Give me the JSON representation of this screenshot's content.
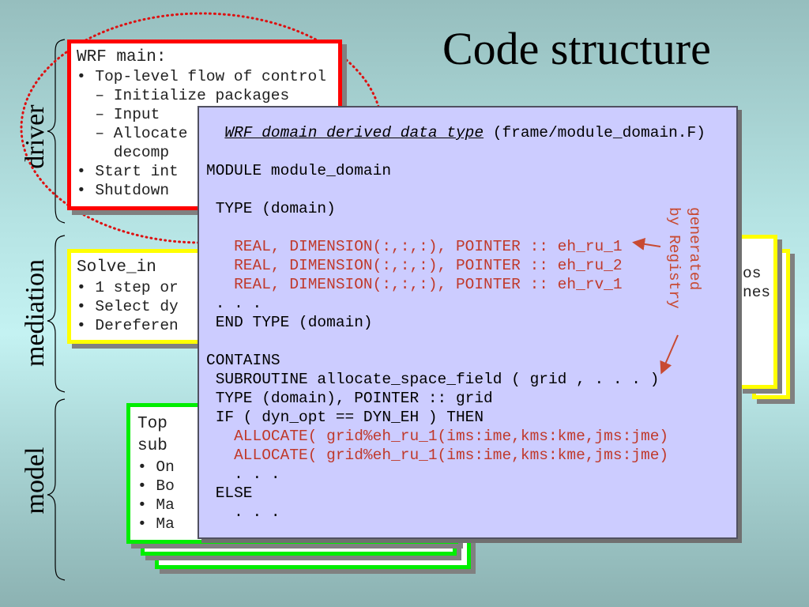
{
  "title": "Code structure",
  "side_labels": [
    "driver",
    "mediation",
    "model"
  ],
  "driver_box": {
    "heading": "WRF main:",
    "lines": [
      "• Top-level flow of control",
      "  – Initialize packages",
      "  – Input",
      "  – Allocate",
      "    decomp",
      "• Start int",
      "• Shutdown"
    ]
  },
  "mediation_box": {
    "heading": "Solve_in",
    "lines": [
      "• 1 step or",
      "• Select dy",
      "• Dereferen"
    ],
    "right_fragments": [
      "os",
      "nes"
    ]
  },
  "model_box": {
    "lines": [
      "Top",
      "sub",
      "• On",
      "• Bo",
      "• Ma",
      "• Ma"
    ]
  },
  "code_box": {
    "header_italic": "WRF domain derived data type",
    "header_path": " (frame/module_domain.F)",
    "lines": [
      {
        "text": "",
        "color": "black"
      },
      {
        "text": "MODULE module_domain",
        "color": "black"
      },
      {
        "text": "",
        "color": "black"
      },
      {
        "text": " TYPE (domain)",
        "color": "black"
      },
      {
        "text": "",
        "color": "black"
      },
      {
        "text": "   REAL, DIMENSION(:,:,:), POINTER :: eh_ru_1",
        "color": "red"
      },
      {
        "text": "   REAL, DIMENSION(:,:,:), POINTER :: eh_ru_2",
        "color": "red"
      },
      {
        "text": "   REAL, DIMENSION(:,:,:), POINTER :: eh_rv_1",
        "color": "red"
      },
      {
        "text": " . . .",
        "color": "black"
      },
      {
        "text": " END TYPE (domain)",
        "color": "black"
      },
      {
        "text": "",
        "color": "black"
      },
      {
        "text": "CONTAINS",
        "color": "black"
      },
      {
        "text": " SUBROUTINE allocate_space_field ( grid , . . . )",
        "color": "black"
      },
      {
        "text": " TYPE (domain), POINTER :: grid",
        "color": "black"
      },
      {
        "text": " IF ( dyn_opt == DYN_EH ) THEN",
        "color": "black"
      },
      {
        "text": "   ALLOCATE( grid%eh_ru_1(ims:ime,kms:kme,jms:jme)",
        "color": "red"
      },
      {
        "text": "   ALLOCATE( grid%eh_ru_1(ims:ime,kms:kme,jms:jme)",
        "color": "red"
      },
      {
        "text": "   . . .",
        "color": "black"
      },
      {
        "text": " ELSE",
        "color": "black"
      },
      {
        "text": "   . . .",
        "color": "black"
      }
    ],
    "annotation": [
      "generated",
      "by Registry"
    ]
  },
  "colors": {
    "driver": "#ff0000",
    "mediation": "#ffff00",
    "model": "#00ee00",
    "code_bg": "#ccccff",
    "annotation": "#c84a32"
  }
}
